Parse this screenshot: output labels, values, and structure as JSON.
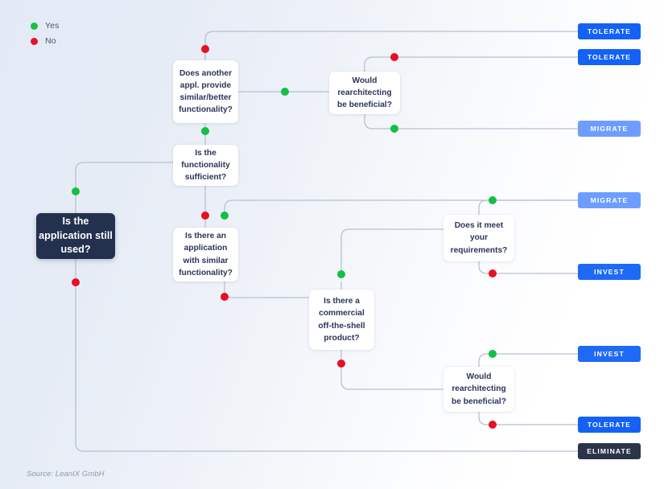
{
  "legend": {
    "yes_label": "Yes",
    "no_label": "No",
    "yes_color": "#16c144",
    "no_color": "#ee1126"
  },
  "start": {
    "label": "Is the application still used?",
    "color": "#23304e"
  },
  "nodes": [
    {
      "id": "another-appl",
      "label": "Does another appl. provide similar/better functionality?"
    },
    {
      "id": "functionality-suff",
      "label": "Is the functionality sufficient?"
    },
    {
      "id": "similar-application",
      "label": "Is there an application with similar functionality?"
    },
    {
      "id": "cots-product",
      "label": "Is there a commercial off-the-shell product?"
    },
    {
      "id": "rearchitect-top",
      "label": "Would rearchitecting be beneficial?"
    },
    {
      "id": "meet-requirements",
      "label": "Does it meet your requirements?"
    },
    {
      "id": "rearchitect-bottom",
      "label": "Would rearchitecting be beneficial?"
    }
  ],
  "outcomes": [
    {
      "id": "tolerate-1",
      "label": "TOLERATE",
      "color": "#1361f5"
    },
    {
      "id": "tolerate-2",
      "label": "TOLERATE",
      "color": "#1361f5"
    },
    {
      "id": "migrate-1",
      "label": "MIGRATE",
      "color": "#6d9eff"
    },
    {
      "id": "migrate-2",
      "label": "MIGRATE",
      "color": "#6d9eff"
    },
    {
      "id": "invest-1",
      "label": "INVEST",
      "color": "#1f69f7"
    },
    {
      "id": "invest-2",
      "label": "INVEST",
      "color": "#1f69f7"
    },
    {
      "id": "tolerate-3",
      "label": "TOLERATE",
      "color": "#1361f5"
    },
    {
      "id": "eliminate-1",
      "label": "ELIMINATE",
      "color": "#2b3448"
    }
  ],
  "markers": [
    {
      "id": "start-yes",
      "answer": "Yes"
    },
    {
      "id": "start-no",
      "answer": "No"
    },
    {
      "id": "another-appl-no",
      "answer": "No"
    },
    {
      "id": "another-appl-yes",
      "answer": "Yes"
    },
    {
      "id": "another-appl-right-yes",
      "answer": "Yes"
    },
    {
      "id": "rearch-top-no",
      "answer": "No"
    },
    {
      "id": "rearch-top-yes",
      "answer": "Yes"
    },
    {
      "id": "func-suff-no",
      "answer": "No"
    },
    {
      "id": "func-suff-yes",
      "answer": "Yes"
    },
    {
      "id": "similar-app-no",
      "answer": "No"
    },
    {
      "id": "similar-app-yes",
      "answer": "Yes"
    },
    {
      "id": "meet-req-yes",
      "answer": "Yes"
    },
    {
      "id": "meet-req-no",
      "answer": "No"
    },
    {
      "id": "cots-no",
      "answer": "No"
    },
    {
      "id": "rearch-bottom-yes",
      "answer": "Yes"
    },
    {
      "id": "rearch-bottom-no",
      "answer": "No"
    }
  ],
  "footer": {
    "source": "Source: LeanIX GmbH"
  }
}
